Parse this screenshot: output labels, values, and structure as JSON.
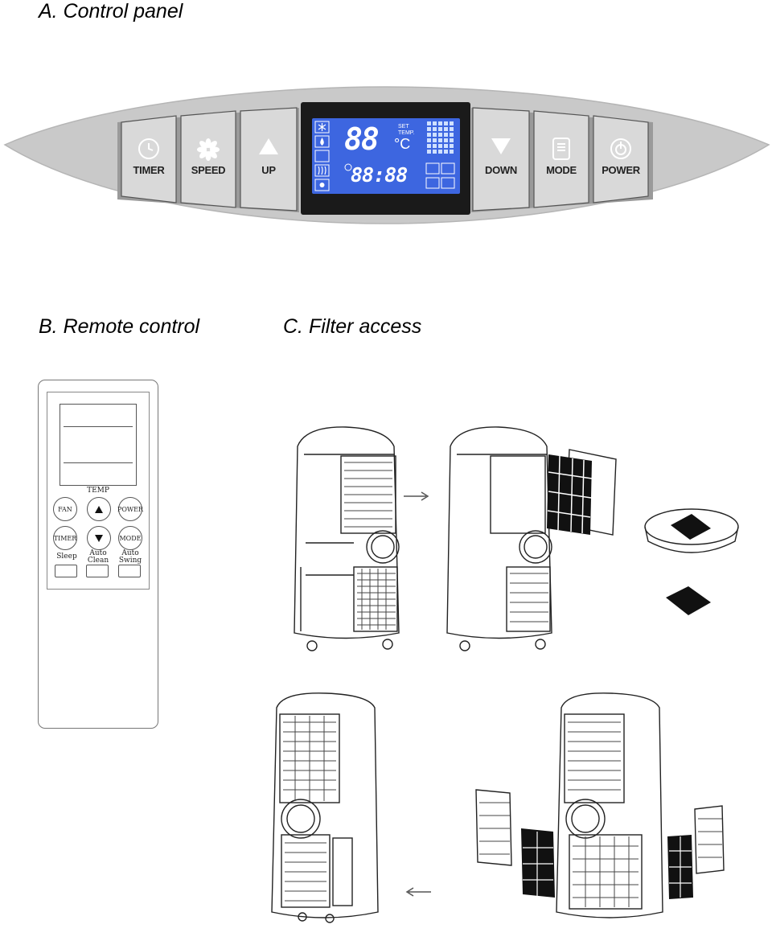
{
  "headings": {
    "control_panel": "A. Control panel",
    "remote_control": "B. Remote control",
    "filter_access": "C. Filter access"
  },
  "control_panel": {
    "buttons_left": [
      {
        "label": "TIMER",
        "icon": "clock-icon"
      },
      {
        "label": "SPEED",
        "icon": "fan-icon"
      },
      {
        "label": "UP",
        "icon": "up-arrow-icon"
      }
    ],
    "buttons_right": [
      {
        "label": "DOWN",
        "icon": "down-arrow-icon"
      },
      {
        "label": "MODE",
        "icon": "mode-icon"
      },
      {
        "label": "POWER",
        "icon": "power-icon"
      }
    ],
    "display": {
      "set_temp_label_1": "SET",
      "set_temp_label_2": "TEMP.",
      "temp_digits": "88",
      "temp_unit": "°C",
      "clock_digits": "88:88",
      "screen_color": "#3d66e0"
    }
  },
  "remote": {
    "temp_label": "TEMP",
    "fan": "FAN",
    "power": "POWER",
    "timer": "TIMER",
    "mode": "MODE",
    "sleep": "Sleep",
    "auto_clean_1": "Auto",
    "auto_clean_2": "Clean",
    "auto_swing_1": "Auto",
    "auto_swing_2": "Swing"
  }
}
